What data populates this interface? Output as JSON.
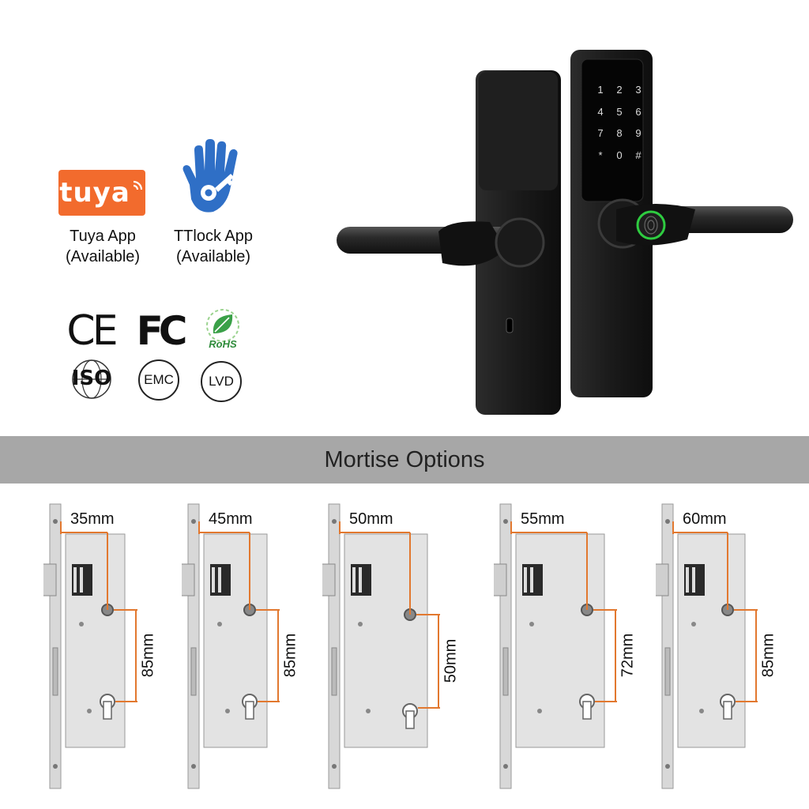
{
  "badges": {
    "tuya_logo_text": "tuya",
    "tuya_line1": "Tuya App",
    "tuya_line2": "(Available)",
    "ttlock_line1": "TTlock App",
    "ttlock_line2": "(Available)"
  },
  "certifications": [
    "CE",
    "FC",
    "RoHS",
    "ISO",
    "EMC",
    "LVD"
  ],
  "keypad_keys": [
    "1",
    "2",
    "3",
    "4",
    "5",
    "6",
    "7",
    "8",
    "9",
    "*",
    "0",
    "#"
  ],
  "banner": {
    "title": "Mortise Options"
  },
  "mortises": [
    {
      "width": "35mm",
      "height": "85mm"
    },
    {
      "width": "45mm",
      "height": "85mm"
    },
    {
      "width": "50mm",
      "height": "50mm"
    },
    {
      "width": "55mm",
      "height": "72mm"
    },
    {
      "width": "60mm",
      "height": "85mm"
    }
  ],
  "colors": {
    "tuya": "#f26b2d",
    "ttlock": "#2f6fc6",
    "dimension": "#e2782f",
    "fingerprint": "#2ecc40",
    "banner": "#a7a7a7"
  }
}
